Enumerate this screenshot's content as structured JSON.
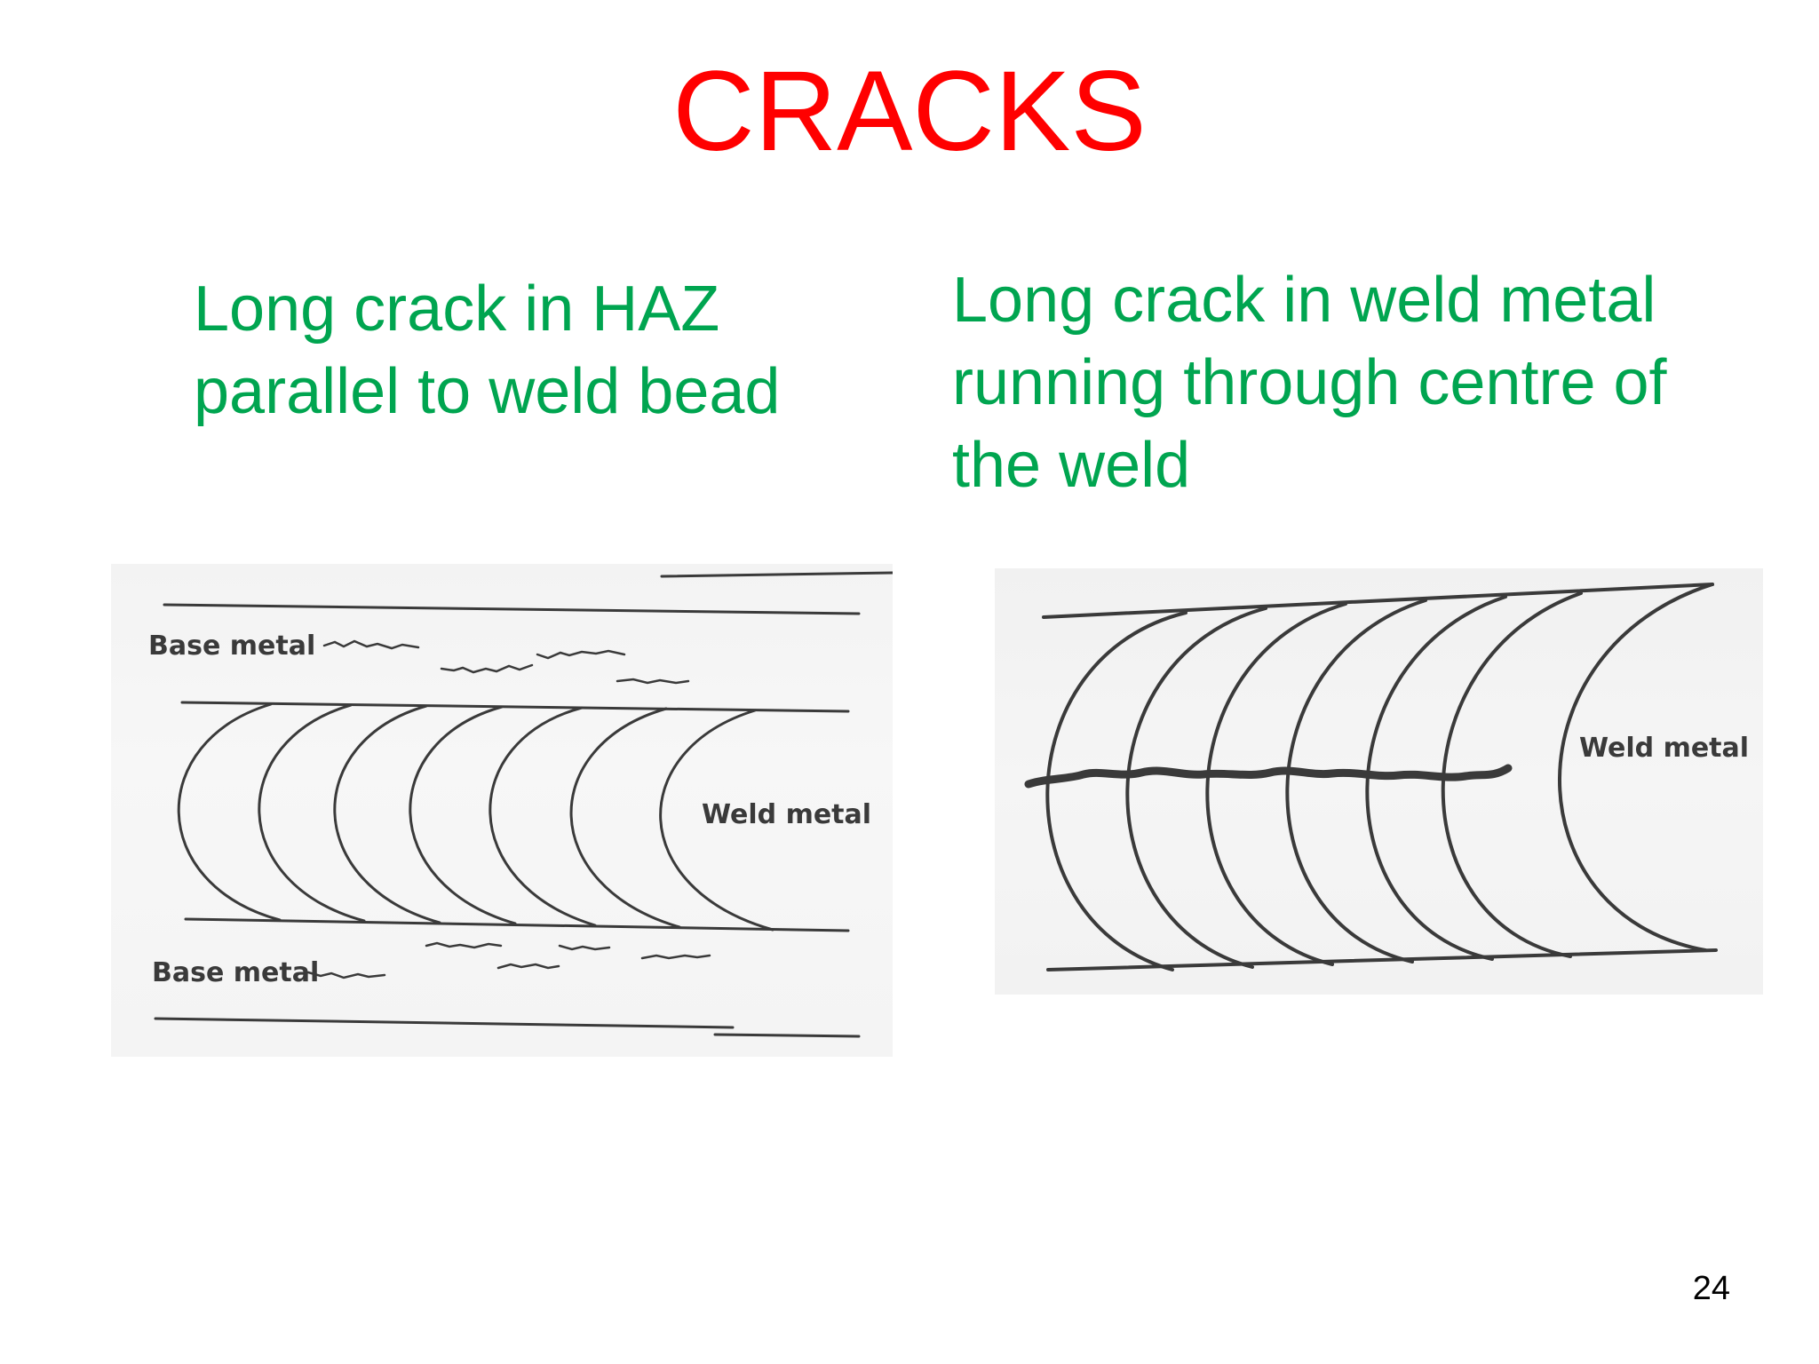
{
  "slide": {
    "title": "CRACKS",
    "page_number": "24"
  },
  "left_panel": {
    "caption_lines": [
      "Long crack in HAZ",
      "parallel to weld bead"
    ],
    "labels": {
      "base_metal_top": "Base metal",
      "weld_metal": "Weld metal",
      "base_metal_bottom": "Base metal"
    }
  },
  "right_panel": {
    "caption_lines": [
      "Long crack in weld metal",
      "running through centre of",
      "the weld"
    ],
    "labels": {
      "weld_metal": "Weld metal"
    }
  },
  "colors": {
    "title": "#ff0000",
    "caption": "#00a550",
    "line_art": "#3a3a3a"
  }
}
